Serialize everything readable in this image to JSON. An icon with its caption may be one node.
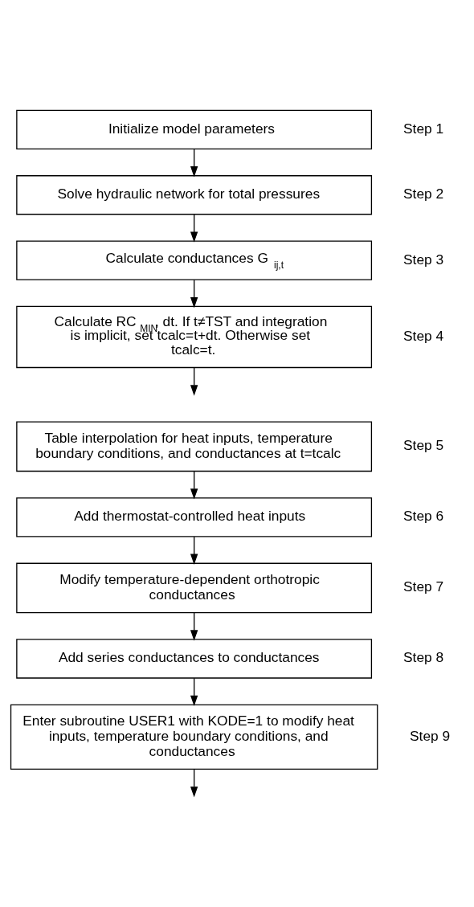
{
  "diagram": {
    "nodes": [
      {
        "text": [
          "Initialize model parameters"
        ],
        "beside": [
          "Step 1"
        ]
      },
      {
        "text": [
          "Solve hydraulic network for total pressures"
        ],
        "beside": [
          "Step 2"
        ]
      },
      {
        "text": [
          "Calculate conductances G$_{ij,t}$"
        ],
        "beside": [
          "Step 3"
        ]
      },
      {
        "text": [
          "Calculate RC$_{MIN}$, dt. If t≠TST and integration is implicit, set tcalc=t+dt. Otherwise set tcalc=t."
        ],
        "beside": [
          "Step 4"
        ]
      },
      {
        "text": [
          "Table interpolation for heat inputs, temperature boundary conditions, and conductances at t=tcalc"
        ],
        "beside": [
          "Step 5"
        ]
      },
      {
        "text": [
          "Add thermostat-controlled heat inputs"
        ],
        "beside": [
          "Step 6"
        ]
      },
      {
        "text": [
          "Modify temperature-dependent orthotropic conductances"
        ],
        "beside": [
          "Step 7"
        ]
      },
      {
        "text": [
          "Add series conductances to conductances"
        ],
        "beside": [
          "Step 8"
        ]
      },
      {
        "text": [
          "Enter subroutine USER1 with KODE=1 to modify heat inputs, temperature boundary conditions, and conductances"
        ],
        "beside": [
          "Step 9"
        ]
      }
    ],
    "edges": [
      {
        "from": 0,
        "to": 1,
        "arrow": "to"
      },
      {
        "from": 1,
        "to": 2,
        "arrow": "to"
      },
      {
        "from": 2,
        "to": 3,
        "arrow": "to"
      },
      {
        "from": 3,
        "to": null,
        "arrow": "to"
      },
      {
        "from": 4,
        "to": 5,
        "arrow": "to"
      },
      {
        "from": 5,
        "to": 6,
        "arrow": "to"
      },
      {
        "from": 6,
        "to": 7,
        "arrow": "to"
      },
      {
        "from": 7,
        "to": 8,
        "arrow": "to"
      },
      {
        "from": 8,
        "to": null,
        "arrow": "to"
      }
    ]
  }
}
